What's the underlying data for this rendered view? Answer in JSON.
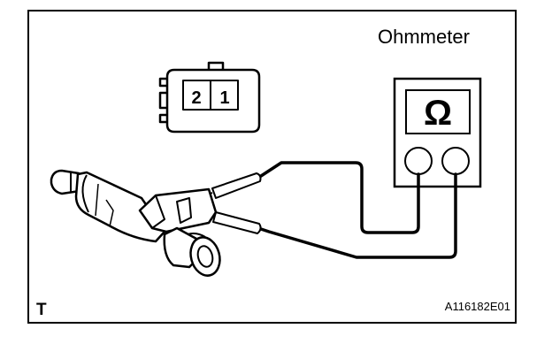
{
  "labels": {
    "instrument": "Ohmmeter",
    "symbol": "Ω",
    "corner_mark": "T",
    "figure_code": "A116182E01"
  },
  "connector": {
    "pins": [
      "2",
      "1"
    ]
  },
  "colors": {
    "line": "#000000",
    "background": "#ffffff"
  }
}
